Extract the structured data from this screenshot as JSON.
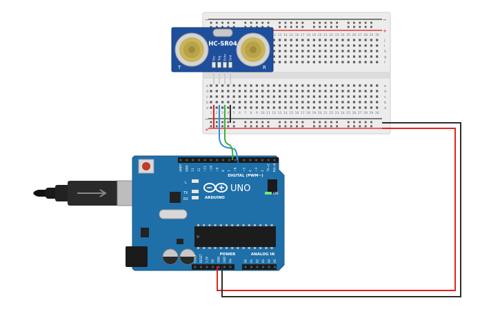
{
  "sensor": {
    "model": "HC-SR04",
    "left_mark": "T",
    "right_mark": "R",
    "pins": [
      "Vcc",
      "Trig",
      "Echo",
      "Gnd"
    ]
  },
  "breadboard": {
    "top_letters": [
      "j",
      "i",
      "h",
      "g",
      "f"
    ],
    "bottom_letters": [
      "e",
      "d",
      "c",
      "b",
      "a"
    ],
    "col_numbers": [
      "1",
      "2",
      "3",
      "4",
      "5",
      "6",
      "7",
      "8",
      "9",
      "10",
      "11",
      "12",
      "13",
      "14",
      "15",
      "16",
      "17",
      "18",
      "19",
      "20",
      "21",
      "22",
      "23",
      "24",
      "25",
      "26",
      "27",
      "28",
      "29",
      "30"
    ],
    "plus": "+",
    "minus": "−"
  },
  "arduino": {
    "brand": "ARDUINO",
    "model": "UNO",
    "on_label": "ON",
    "tx": "TX",
    "rx": "RX",
    "l": "L",
    "digital_label": "DIGITAL (PWM~)",
    "power_label": "POWER",
    "analog_label": "ANALOG IN",
    "digital_pins": [
      "AREF",
      "GND",
      "13",
      "12",
      "~11",
      "~10",
      "~9",
      "8",
      "7",
      "~6",
      "~5",
      "4",
      "~3",
      "2",
      "TX→1",
      "RX←0"
    ],
    "power_pins": [
      "IOREF",
      "RESET",
      "3.3V",
      "5V",
      "GND",
      "GND",
      "Vin"
    ],
    "analog_pins": [
      "A0",
      "A1",
      "A2",
      "A3",
      "A4",
      "A5"
    ]
  },
  "colors": {
    "board": "#1f6fa8",
    "sensor": "#1e4f9c",
    "wire_red": "#e0211d",
    "wire_black": "#2b2b2b",
    "wire_blue": "#2a8fd4",
    "wire_green": "#3fae3a"
  }
}
